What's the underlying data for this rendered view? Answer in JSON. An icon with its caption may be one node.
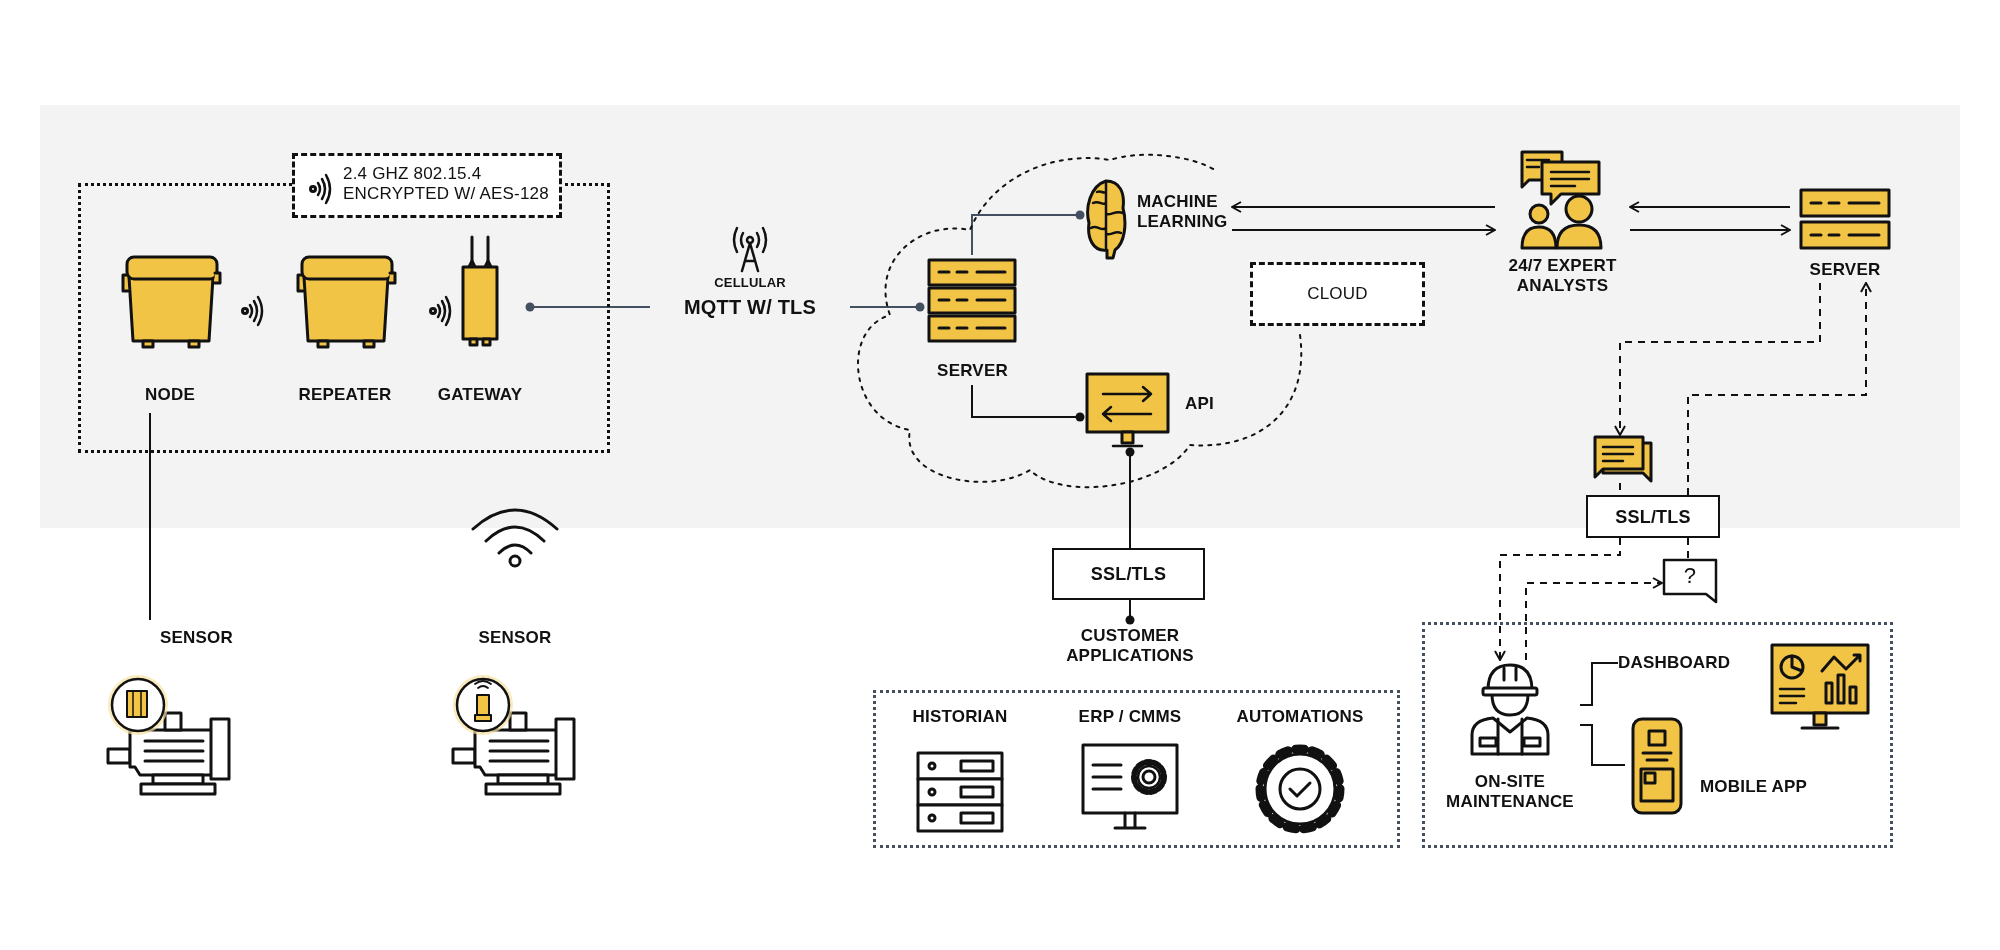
{
  "diagram": {
    "nodes": [
      {
        "text": [],
        "shape": "box"
      },
      {
        "text": [
          "2.4 GHZ 802.15.4 ENCRYPTED W/ AES-128"
        ]
      },
      {
        "text": [
          "NODE"
        ],
        "in": 0
      },
      {
        "text": [
          "REPEATER"
        ],
        "in": 0
      },
      {
        "text": [
          "GATEWAY"
        ],
        "in": 0
      },
      {
        "text": [
          "CELLULAR",
          "MQTT W/ TLS"
        ]
      },
      {
        "text": [],
        "shape": "cloud"
      },
      {
        "text": [
          "SERVER"
        ],
        "in": 6
      },
      {
        "text": [
          "MACHINE LEARNING"
        ],
        "in": 6
      },
      {
        "text": [
          "API"
        ],
        "in": 6
      },
      {
        "text": [
          "CLOUD"
        ]
      },
      {
        "text": [
          "24/7 EXPERT ANALYSTS"
        ]
      },
      {
        "text": [
          "SERVER"
        ]
      },
      {
        "text": [],
        "shape": "bubble"
      },
      {
        "text": [
          "SSL/TLS"
        ]
      },
      {
        "text": [
          "?"
        ]
      },
      {
        "text": [],
        "shape": "box"
      },
      {
        "text": [
          "ON-SITE MAINTENANCE"
        ],
        "in": 16
      },
      {
        "text": [
          "DASHBOARD"
        ],
        "in": 16
      },
      {
        "text": [
          "MOBILE APP"
        ],
        "in": 16
      },
      {
        "text": [
          "SSL/TLS"
        ]
      },
      {
        "text": [
          "CUSTOMER APPLICATIONS"
        ]
      },
      {
        "text": [],
        "shape": "box"
      },
      {
        "text": [
          "HISTORIAN"
        ],
        "in": 22
      },
      {
        "text": [
          "ERP / CMMS"
        ],
        "in": 22
      },
      {
        "text": [
          "AUTOMATIONS"
        ],
        "in": 22
      },
      {
        "text": [
          "SENSOR"
        ]
      },
      {
        "text": [
          "SENSOR"
        ]
      }
    ],
    "edges": [
      {
        "from": 5,
        "to": 4,
        "arrow": "other",
        "color": "#44505f"
      },
      {
        "from": 5,
        "to": 7,
        "arrow": "other",
        "color": "#44505f"
      },
      {
        "from": 7,
        "to": 8,
        "arrow": "other",
        "color": "#44505f"
      },
      {
        "from": 7,
        "to": 9,
        "arrow": "other"
      },
      {
        "from": 11,
        "to": 8,
        "arrow": "to"
      },
      {
        "from": 8,
        "to": 11,
        "arrow": "to"
      },
      {
        "from": 12,
        "to": 11,
        "arrow": "to"
      },
      {
        "from": 11,
        "to": 12,
        "arrow": "to"
      },
      {
        "from": 12,
        "to": 13,
        "arrow": "to",
        "style": "dashed"
      },
      {
        "from": 13,
        "to": 14,
        "arrow": "none",
        "style": "dashed"
      },
      {
        "from": 14,
        "to": 17,
        "arrow": "to",
        "style": "dashed"
      },
      {
        "from": 17,
        "to": 15,
        "arrow": "to",
        "style": "dashed"
      },
      {
        "from": 15,
        "to": 14,
        "arrow": "none",
        "style": "dashed"
      },
      {
        "from": 14,
        "to": 12,
        "arrow": "to",
        "style": "dashed"
      },
      {
        "from": 17,
        "to": 18,
        "arrow": "none"
      },
      {
        "from": 17,
        "to": 19,
        "arrow": "none"
      },
      {
        "from": 20,
        "to": 9,
        "arrow": "other"
      },
      {
        "from": 20,
        "to": 21,
        "arrow": "other"
      },
      {
        "from": 2,
        "to": 26,
        "arrow": "none"
      }
    ]
  }
}
